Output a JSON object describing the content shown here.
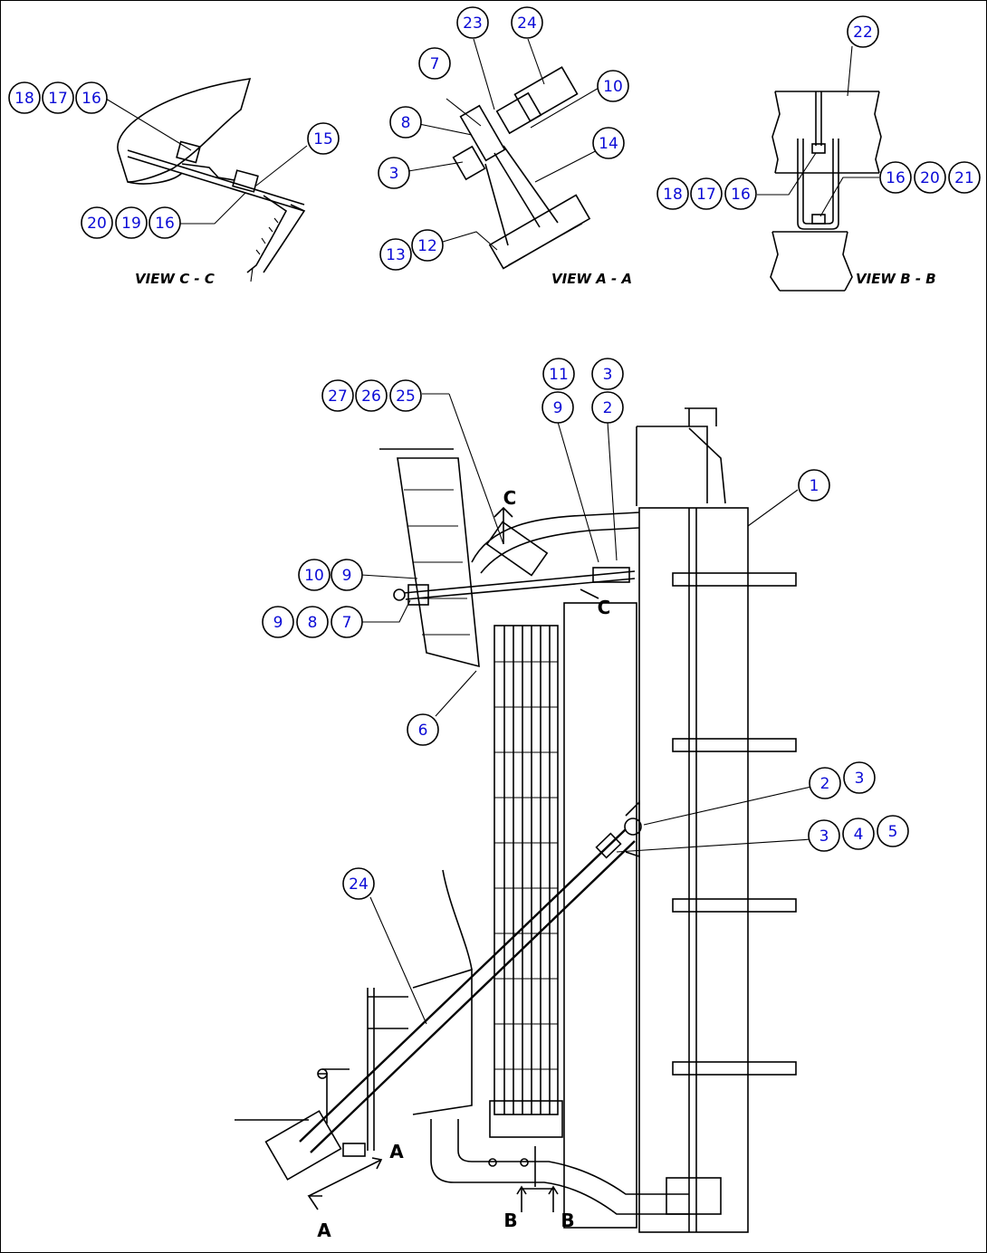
{
  "views": {
    "view_c": "VIEW C - C",
    "view_a": "VIEW A - A",
    "view_b": "VIEW B - B"
  },
  "section_marks": {
    "c_upper": "C",
    "c_lower": "C",
    "a_right": "A",
    "a_lower": "A",
    "b_left": "B",
    "b_right": "B"
  },
  "callouts": {
    "vc_18": "18",
    "vc_17": "17",
    "vc_16": "16",
    "vc_15": "15",
    "vc_20": "20",
    "vc_19": "19",
    "vc_16b": "16",
    "va_23": "23",
    "va_24": "24",
    "va_7": "7",
    "va_10": "10",
    "va_8": "8",
    "va_14": "14",
    "va_3": "3",
    "va_13": "13",
    "va_12": "12",
    "vb_22": "22",
    "vb_16": "16",
    "vb_20": "20",
    "vb_21": "21",
    "vb_18": "18",
    "vb_17": "17",
    "vb_16b": "16",
    "m_11": "11",
    "m_3a": "3",
    "m_9a": "9",
    "m_2a": "2",
    "m_27": "27",
    "m_26": "26",
    "m_25": "25",
    "m_1": "1",
    "m_10": "10",
    "m_9b": "9",
    "m_9c": "9",
    "m_8": "8",
    "m_7": "7",
    "m_6": "6",
    "m_2b": "2",
    "m_3b": "3",
    "m_3c": "3",
    "m_4": "4",
    "m_5": "5",
    "m_24": "24"
  }
}
